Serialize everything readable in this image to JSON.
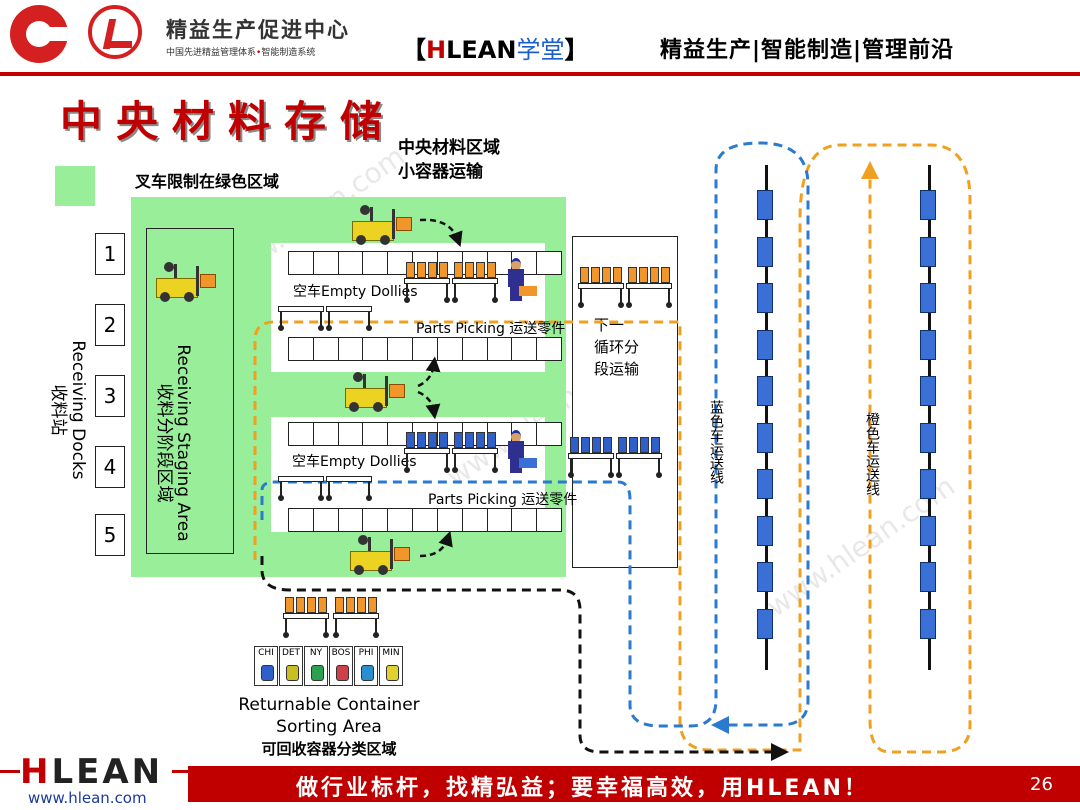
{
  "header": {
    "org_name": "精益生产促进中心",
    "org_sub_left": "中国先进精益管理体系",
    "org_sub_dot": "•",
    "org_sub_right": "智能制造系统",
    "brand_open": "【",
    "brand_h": "H",
    "brand_lean": "LEAN",
    "brand_cn": "学堂",
    "brand_close": "】",
    "tags": "精益生产|智能制造|管理前沿"
  },
  "title": "中央材料存储",
  "legend_label": "叉车限制在绿色区域",
  "area_title_line1": "中央材料区域",
  "area_title_line2": "小容器运输",
  "docks": [
    "1",
    "2",
    "3",
    "4",
    "5"
  ],
  "receiving_label_en": "Receiving Docks",
  "receiving_label_cn": "收料站",
  "staging_label_en": "Receiving Staging Area",
  "staging_label_cn": "收料分阶段区域",
  "empty_dollies_1": "空车Empty Dollies",
  "empty_dollies_2": "空车Empty Dollies",
  "parts_picking_1": "Parts Picking 运送零件",
  "parts_picking_2": "Parts Picking 运送零件",
  "next_box_label": [
    "下一",
    "循环分",
    "段运输"
  ],
  "blue_line_label": "蓝色车运送线",
  "orange_line_label": "橙色车运送线",
  "sorting": {
    "bins": [
      "CHI",
      "DET",
      "NY",
      "BOS",
      "PHI",
      "MIN"
    ],
    "bin_colors": [
      "#2f5fc8",
      "#c8c020",
      "#2aa050",
      "#d0404a",
      "#2a8fd0",
      "#e0d030"
    ],
    "label_en_line1": "Returnable Container",
    "label_en_line2": "Sorting Area",
    "label_cn": "可回收容器分类区域"
  },
  "watermark": "www.hlean.com",
  "colors": {
    "accent_red": "#c00000",
    "green_zone": "#99ee99",
    "blue_route": "#2a7ad0",
    "orange_route": "#f0a020",
    "conveyor_block": "#3a70d6"
  },
  "footer": {
    "logo_h": "H",
    "logo_rest": "LEAN",
    "url": "www.hlean.com",
    "slogan": "做行业标杆，找精弘益；要幸福高效，用HLEAN！",
    "page": "26"
  }
}
